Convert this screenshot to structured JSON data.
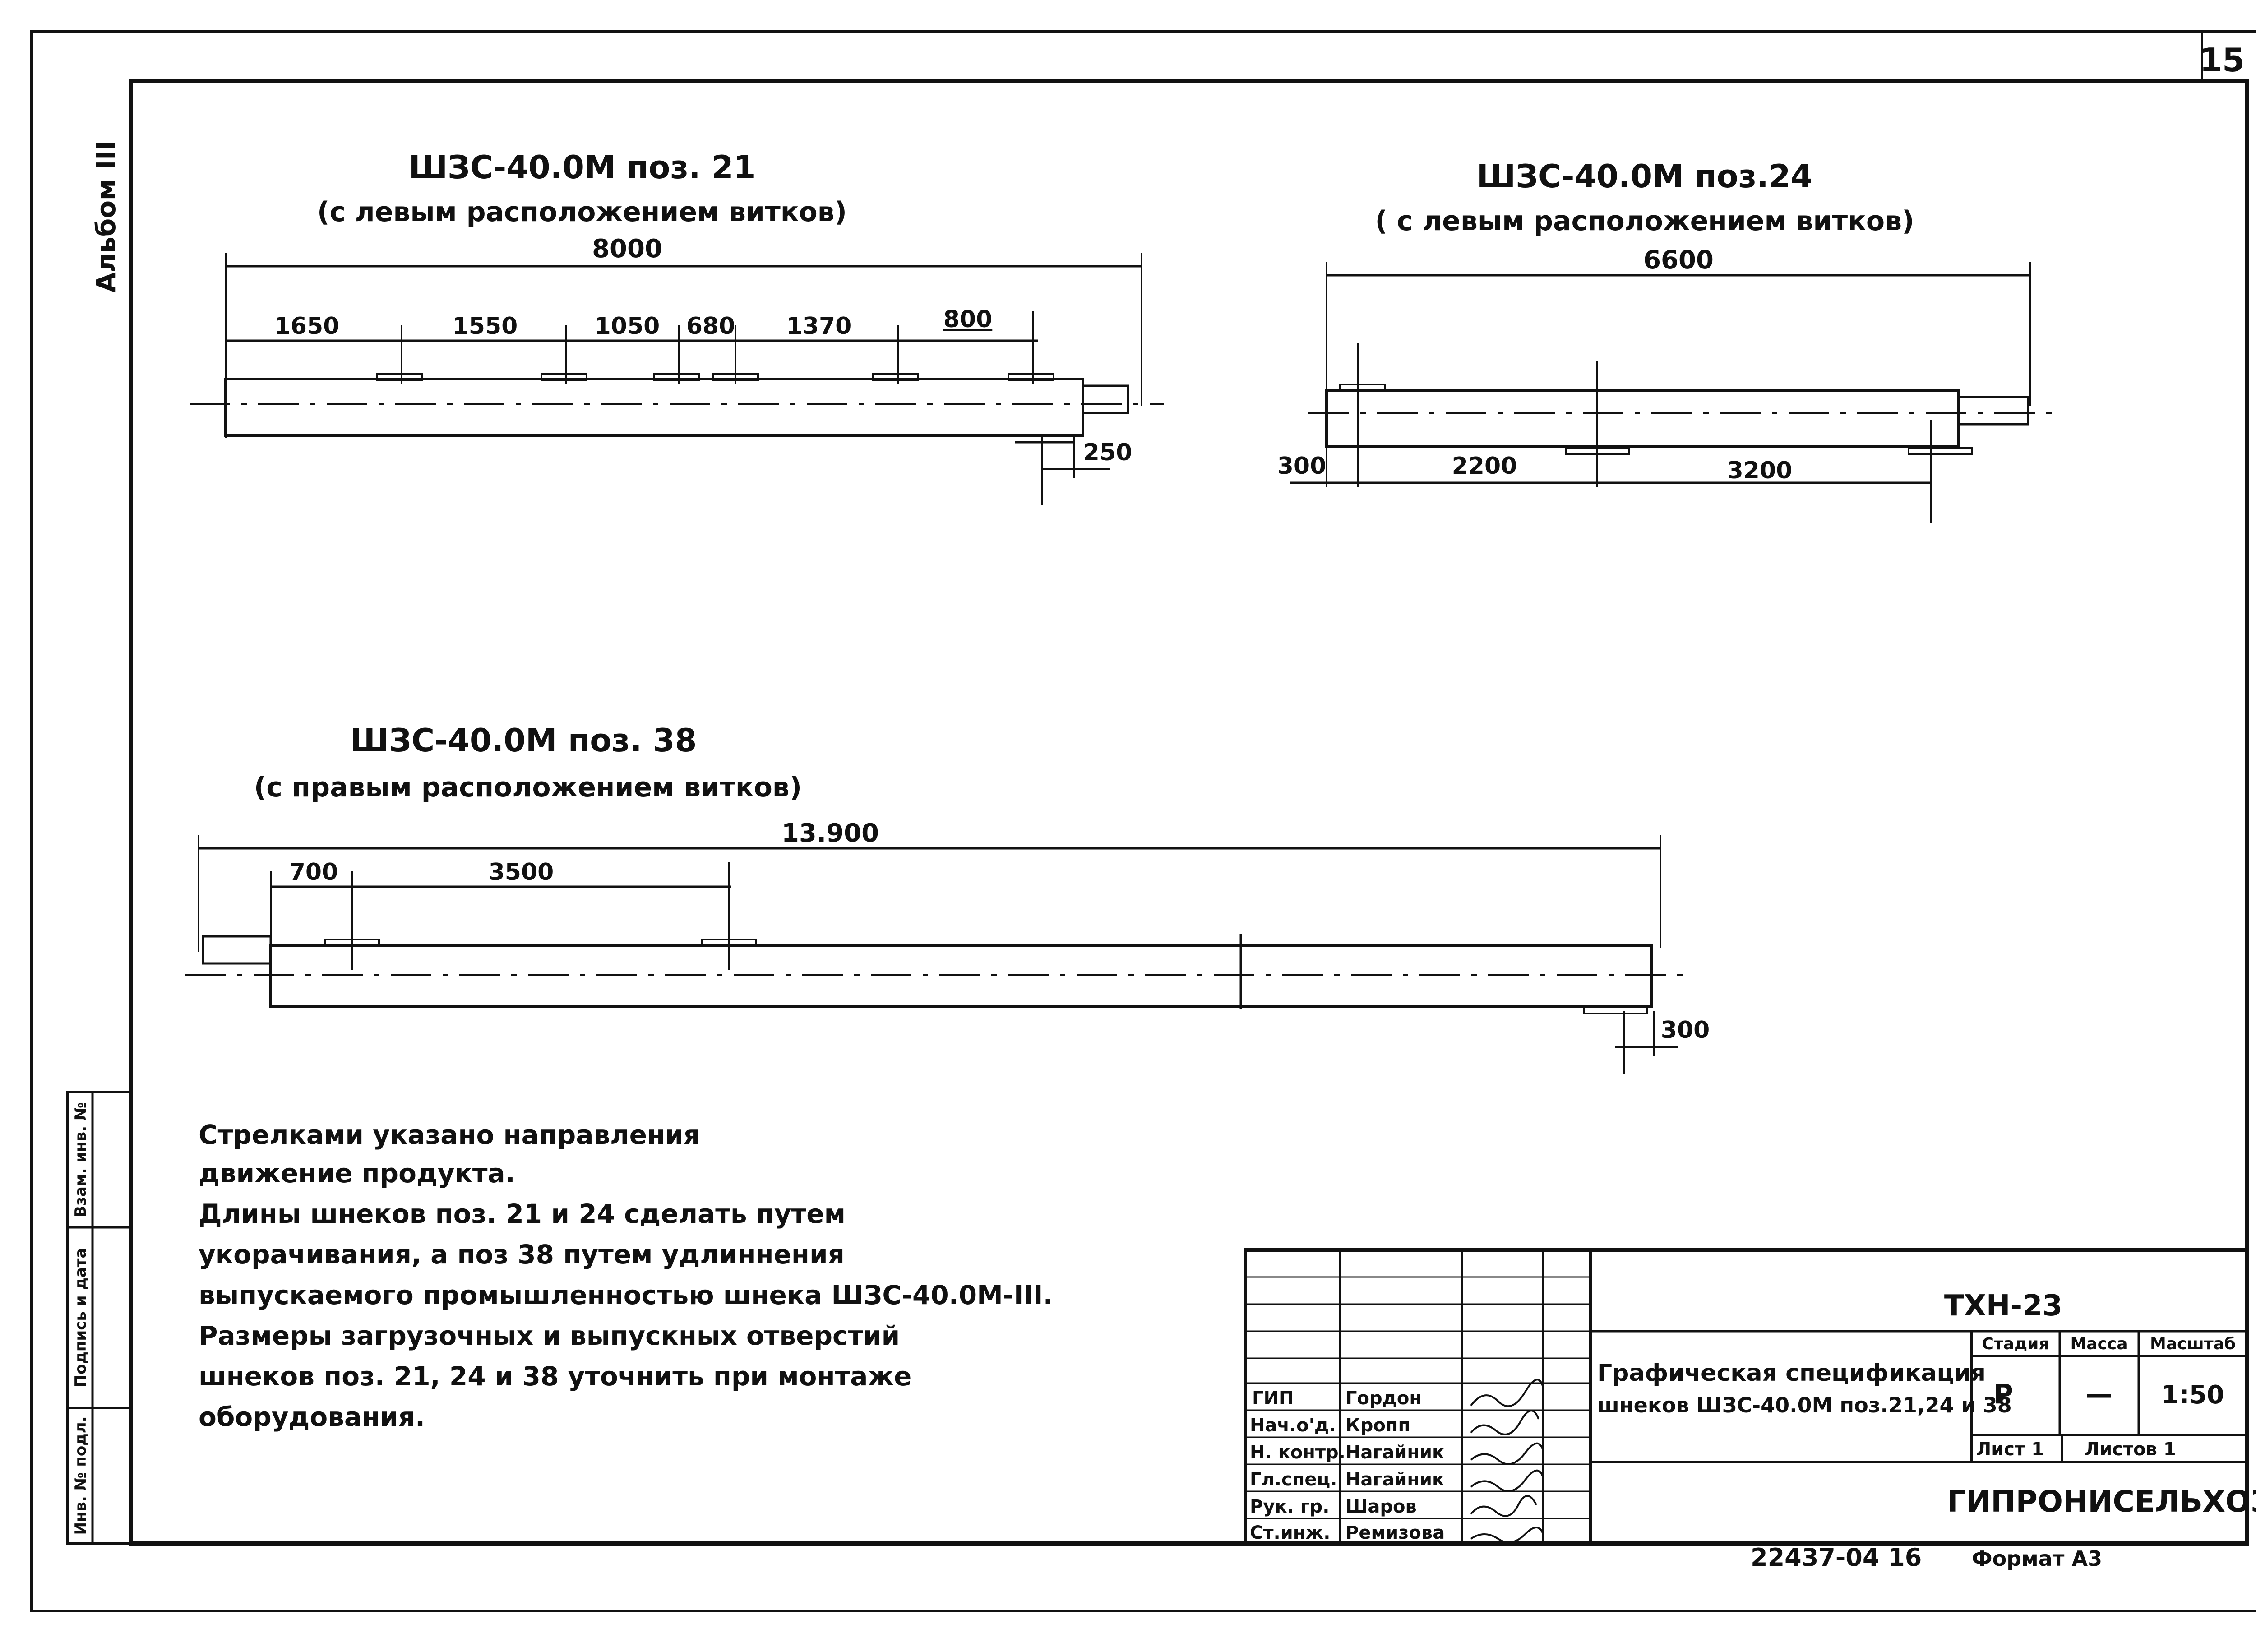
{
  "sheet_number": "15",
  "album_label": "Альбом III",
  "left_stamp": [
    "Инв. № подл.",
    "Подпись и дата",
    "Взам. инв. №"
  ],
  "diagrams": [
    {
      "title": "ШЗС-40.0М поз. 21",
      "subtitle": "(с левым расположением витков)",
      "total": "8000",
      "segments": [
        "1650",
        "1550",
        "1050",
        "680",
        "1370",
        "800"
      ],
      "extra": "250"
    },
    {
      "title": "ШЗС-40.0М поз.24",
      "subtitle": "( с левым расположением витков)",
      "total": "6600",
      "segments": [
        "300",
        "2200",
        "3200"
      ]
    },
    {
      "title": "ШЗС-40.0М поз. 38",
      "subtitle": "(с правым расположением витков)",
      "total": "13.900",
      "segments": [
        "700",
        "3500"
      ],
      "extra": "300"
    }
  ],
  "notes": [
    "Стрелками указано направления",
    "движение продукта.",
    "Длины шнеков поз. 21 и 24 сделать путем",
    "укорачивания, а поз 38 путем удлиннения",
    "выпускаемого промышленностью шнека ШЗС-40.0М-III.",
    "Размеры загрузочных и выпускных отверстий",
    "шнеков поз. 21, 24 и 38 уточнить при монтаже",
    "оборудования."
  ],
  "title_block": {
    "code": "ТХН-23",
    "title_lines": [
      "Графическая спецификация",
      "шнеков ШЗС-40.0М поз.21,24 и 38"
    ],
    "headers": [
      "Стадия",
      "Масса",
      "Масштаб"
    ],
    "stage": "Р",
    "mass": "—",
    "scale": "1:50",
    "sheet": "Лист 1",
    "sheets": "Листов 1",
    "org": "ГИПРОНИСЕЛЬХОЗ",
    "roles": [
      {
        "role": "ГИП",
        "name": "Гордон"
      },
      {
        "role": "Нач.о'д.",
        "name": "Кропп"
      },
      {
        "role": "Н. контр.",
        "name": "Нагайник"
      },
      {
        "role": "Гл.спец.",
        "name": "Нагайник"
      },
      {
        "role": "Рук. гр.",
        "name": "Шаров"
      },
      {
        "role": "Ст.инж.",
        "name": "Ремизова"
      }
    ]
  },
  "bottom_code": "22437-04  16",
  "format": "Формат А3"
}
